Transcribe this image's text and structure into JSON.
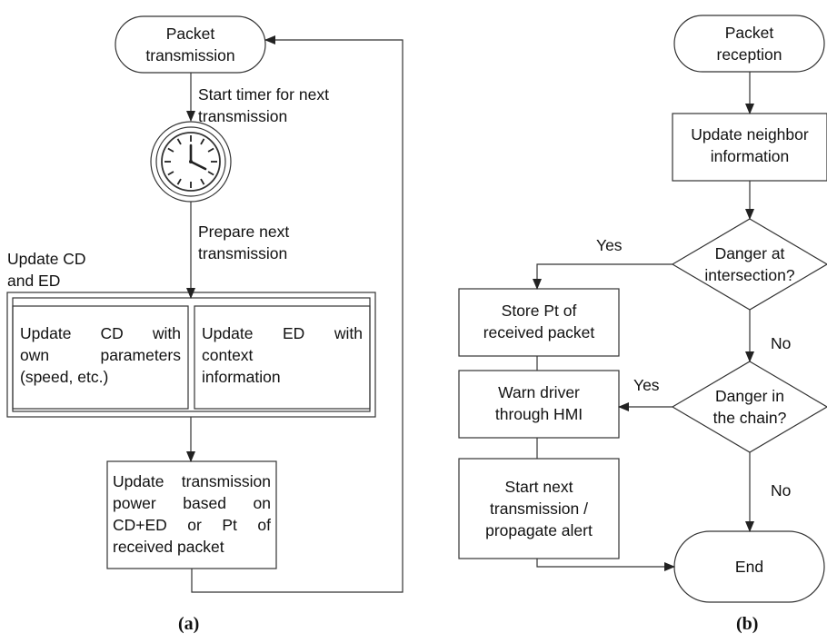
{
  "panel_a": {
    "start": [
      "Packet",
      "transmission"
    ],
    "start_timer_note": [
      "Start timer for next",
      "transmission"
    ],
    "prepare_note": [
      "Prepare next",
      "transmission"
    ],
    "update_cd_ed_label": [
      "Update CD",
      "and ED"
    ],
    "update_cd": [
      "Update CD with",
      "own parameters",
      "(speed, etc.)"
    ],
    "update_ed": [
      "Update ED with",
      "context",
      "information"
    ],
    "update_power": [
      "Update transmission",
      "power based on",
      "CD+ED or Pt of",
      "received packet"
    ],
    "caption": "(a)"
  },
  "panel_b": {
    "start": [
      "Packet",
      "reception"
    ],
    "update_neighbor": [
      "Update neighbor",
      "information"
    ],
    "danger_intersection": [
      "Danger at",
      "intersection?"
    ],
    "yes1": "Yes",
    "no1": "No",
    "store_pt": [
      "Store Pt of",
      "received packet"
    ],
    "danger_chain": [
      "Danger in",
      "the chain?"
    ],
    "yes2": "Yes",
    "no2": "No",
    "warn_driver": [
      "Warn driver",
      "through HMI"
    ],
    "start_next": [
      "Start next",
      "transmission /",
      "propagate alert"
    ],
    "end": "End",
    "caption": "(b)"
  }
}
